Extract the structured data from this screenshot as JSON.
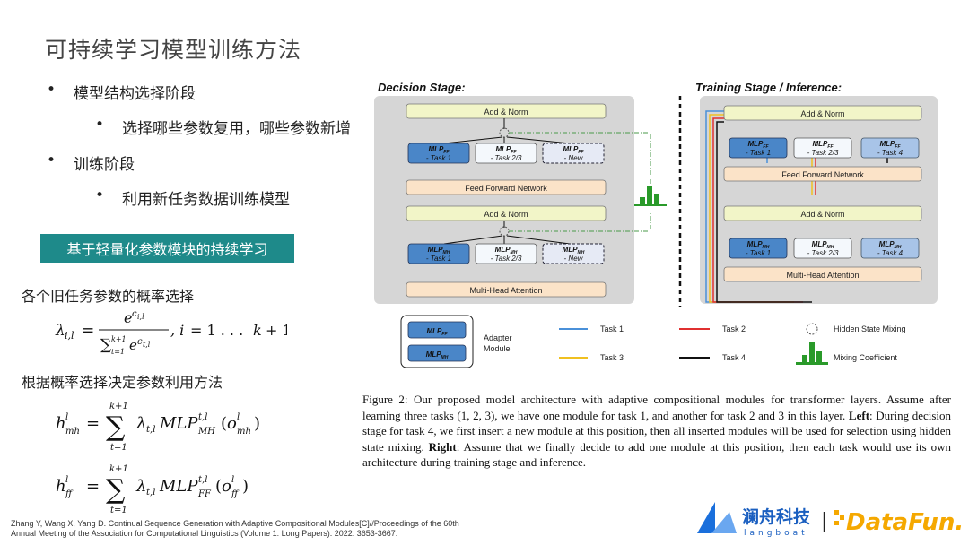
{
  "slide": {
    "title": "可持续学习模型训练方法",
    "bullets": [
      {
        "text": "模型结构选择阶段",
        "marker": "•"
      },
      {
        "text": "选择哪些参数复用，哪些参数新增",
        "marker": "•"
      },
      {
        "text": "训练阶段",
        "marker": "•"
      },
      {
        "text": "利用新任务数据训练模型",
        "marker": "•"
      }
    ],
    "highlight_box": "基于轻量化参数模块的持续学习",
    "label_prob": "各个旧任务参数的概率选择",
    "label_method": "根据概率选择决定参数利用方法",
    "citation_line1": "Zhang Y, Wang X, Yang D. Continual Sequence Generation with Adaptive Compositional Modules[C]//Proceedings of the 60th",
    "citation_line2": "Annual Meeting of the Association for Computational Linguistics (Volume 1: Long Papers). 2022: 3653-3667."
  },
  "figure": {
    "decision_title": "Decision Stage:",
    "training_title": "Training Stage / Inference:",
    "add_norm": "Add & Norm",
    "ffn": "Feed Forward Network",
    "mha": "Multi-Head Attention",
    "mlp_ff": "MLP",
    "sub_ff": "FF",
    "sub_mh": "MH",
    "task1": "- Task 1",
    "task23": "- Task 2/3",
    "new": "- New",
    "task4": "- Task 4",
    "legend_adapter": "Adapter",
    "legend_module": "Module",
    "legend_task1": "Task 1",
    "legend_task2": "Task 2",
    "legend_task3": "Task 3",
    "legend_task4": "Task 4",
    "legend_hidden": "Hidden State Mixing",
    "legend_mixing": "Mixing Coefficient",
    "colors": {
      "task1": "#4a90d9",
      "task2": "#e03030",
      "task3": "#f0c020",
      "task4": "#111111",
      "add_norm_fill": "#f2f5c8",
      "ffn_fill": "#fbe3c8",
      "blue_module": "#4a86c8",
      "mix_green": "#2a9a2a"
    }
  },
  "caption": {
    "part1": "Figure 2: Our proposed model architecture with adaptive compositional modules for transformer layers. Assume after learning three tasks (1, 2, 3), we have one module for task 1, and another for task 2 and 3 in this layer.",
    "left_label": "Left",
    "part2": ": During decision stage for task 4, we first insert a new module at this position, then all inserted modules will be used for selection using hidden state mixing.",
    "right_label": "Right",
    "part3": ": Assume that we finally decide to add one module at this position, then each task would use its own architecture during training stage and inference."
  },
  "logos": {
    "langboat_cn": "澜舟科技",
    "langboat_en": "langboat",
    "separator": "|",
    "datafun": "DataFun."
  }
}
